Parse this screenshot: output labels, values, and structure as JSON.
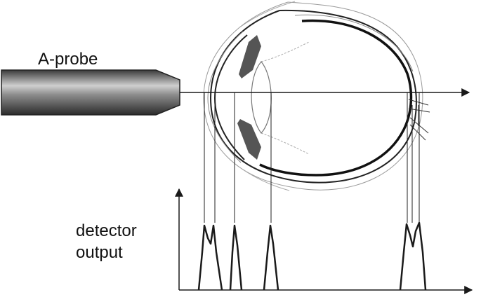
{
  "labels": {
    "probe": "A-probe",
    "detector_line1": "detector",
    "detector_line2": "output"
  },
  "colors": {
    "line": "#1a1a1a",
    "probe_dark": "#2a2a2a",
    "probe_light": "#c8c8c8",
    "lens": "#555555",
    "eye_outline": "#222222",
    "faint": "#9a9a9a"
  }
}
